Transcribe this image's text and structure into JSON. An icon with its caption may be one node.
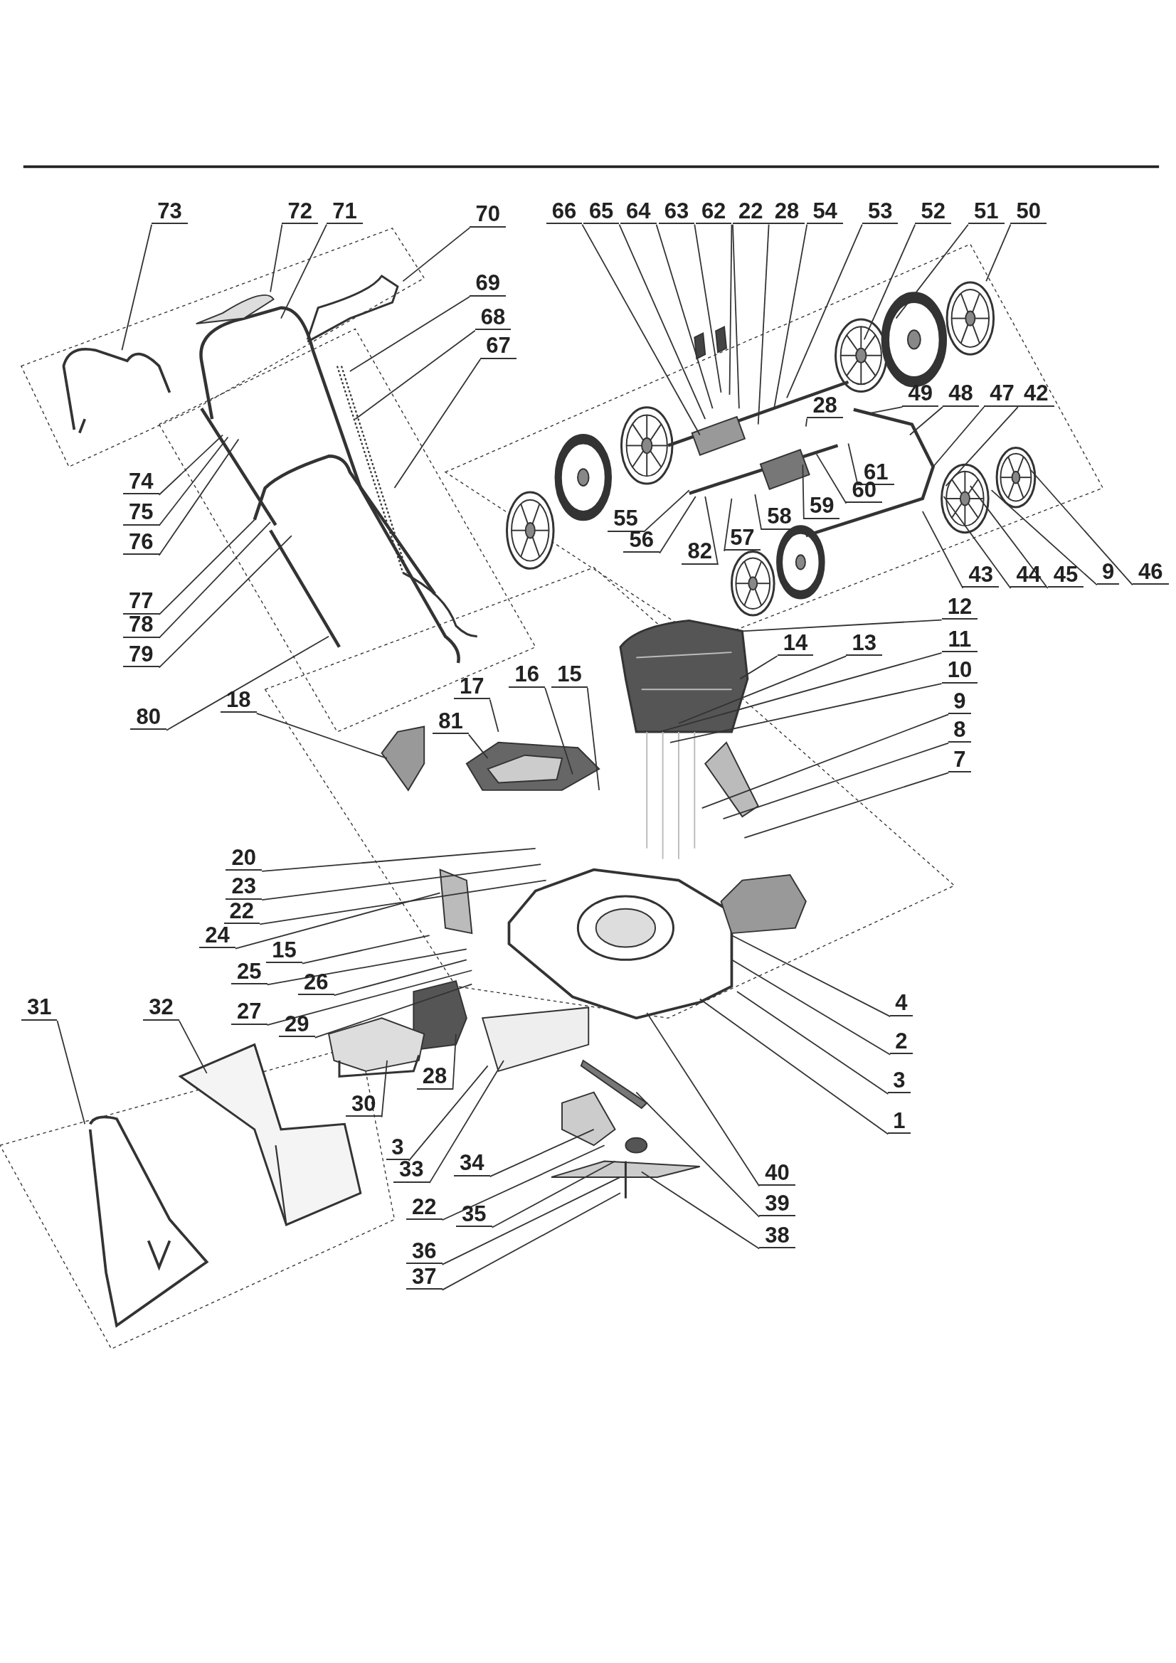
{
  "diagram": {
    "nodes": [
      {
        "text": [
          "73"
        ]
      },
      {
        "text": [
          "72"
        ]
      },
      {
        "text": [
          "71"
        ]
      },
      {
        "text": [
          "70"
        ]
      },
      {
        "text": [
          "69"
        ]
      },
      {
        "text": [
          "68"
        ]
      },
      {
        "text": [
          "67"
        ]
      },
      {
        "text": [
          "74"
        ]
      },
      {
        "text": [
          "75"
        ]
      },
      {
        "text": [
          "76"
        ]
      },
      {
        "text": [
          "77"
        ]
      },
      {
        "text": [
          "78"
        ]
      },
      {
        "text": [
          "79"
        ]
      },
      {
        "text": [
          "80"
        ]
      },
      {
        "text": [
          "18"
        ]
      },
      {
        "text": [
          "66"
        ]
      },
      {
        "text": [
          "65"
        ]
      },
      {
        "text": [
          "64"
        ]
      },
      {
        "text": [
          "63"
        ]
      },
      {
        "text": [
          "62"
        ]
      },
      {
        "text": [
          "22"
        ]
      },
      {
        "text": [
          "28"
        ]
      },
      {
        "text": [
          "54"
        ]
      },
      {
        "text": [
          "53"
        ]
      },
      {
        "text": [
          "52"
        ]
      },
      {
        "text": [
          "51"
        ]
      },
      {
        "text": [
          "50"
        ]
      },
      {
        "text": [
          "49"
        ]
      },
      {
        "text": [
          "48"
        ]
      },
      {
        "text": [
          "47"
        ]
      },
      {
        "text": [
          "42"
        ]
      },
      {
        "text": [
          "28"
        ]
      },
      {
        "text": [
          "61"
        ]
      },
      {
        "text": [
          "60"
        ]
      },
      {
        "text": [
          "59"
        ]
      },
      {
        "text": [
          "58"
        ]
      },
      {
        "text": [
          "57"
        ]
      },
      {
        "text": [
          "55"
        ]
      },
      {
        "text": [
          "56"
        ]
      },
      {
        "text": [
          "82"
        ]
      },
      {
        "text": [
          "43"
        ]
      },
      {
        "text": [
          "44"
        ]
      },
      {
        "text": [
          "45"
        ]
      },
      {
        "text": [
          "9"
        ]
      },
      {
        "text": [
          "46"
        ]
      },
      {
        "text": [
          "12"
        ]
      },
      {
        "text": [
          "14"
        ]
      },
      {
        "text": [
          "13"
        ]
      },
      {
        "text": [
          "11"
        ]
      },
      {
        "text": [
          "10"
        ]
      },
      {
        "text": [
          "9"
        ]
      },
      {
        "text": [
          "8"
        ]
      },
      {
        "text": [
          "7"
        ]
      },
      {
        "text": [
          "17"
        ]
      },
      {
        "text": [
          "16"
        ]
      },
      {
        "text": [
          "15"
        ]
      },
      {
        "text": [
          "81"
        ]
      },
      {
        "text": [
          "20"
        ]
      },
      {
        "text": [
          "23"
        ]
      },
      {
        "text": [
          "22"
        ]
      },
      {
        "text": [
          "24"
        ]
      },
      {
        "text": [
          "15"
        ]
      },
      {
        "text": [
          "25"
        ]
      },
      {
        "text": [
          "26"
        ]
      },
      {
        "text": [
          "27"
        ]
      },
      {
        "text": [
          "29"
        ]
      },
      {
        "text": [
          "31"
        ]
      },
      {
        "text": [
          "32"
        ]
      },
      {
        "text": [
          "4"
        ]
      },
      {
        "text": [
          "2"
        ]
      },
      {
        "text": [
          "3"
        ]
      },
      {
        "text": [
          "28"
        ]
      },
      {
        "text": [
          "30"
        ]
      },
      {
        "text": [
          "1"
        ]
      },
      {
        "text": [
          "3"
        ]
      },
      {
        "text": [
          "33"
        ]
      },
      {
        "text": [
          "34"
        ]
      },
      {
        "text": [
          "40"
        ]
      },
      {
        "text": [
          "22"
        ]
      },
      {
        "text": [
          "35"
        ]
      },
      {
        "text": [
          "39"
        ]
      },
      {
        "text": [
          "38"
        ]
      },
      {
        "text": [
          "36"
        ]
      },
      {
        "text": [
          "37"
        ]
      }
    ],
    "edges": [
      {
        "from": 0,
        "to": null,
        "arrow": "none"
      },
      {
        "from": 1,
        "to": null,
        "arrow": "none"
      },
      {
        "from": 2,
        "to": null,
        "arrow": "none"
      },
      {
        "from": 3,
        "to": null,
        "arrow": "none"
      },
      {
        "from": 4,
        "to": null,
        "arrow": "none"
      },
      {
        "from": 5,
        "to": null,
        "arrow": "none"
      },
      {
        "from": 6,
        "to": null,
        "arrow": "none"
      },
      {
        "from": 7,
        "to": null,
        "arrow": "none"
      },
      {
        "from": 8,
        "to": null,
        "arrow": "none"
      },
      {
        "from": 9,
        "to": null,
        "arrow": "none"
      },
      {
        "from": 10,
        "to": null,
        "arrow": "none"
      },
      {
        "from": 11,
        "to": null,
        "arrow": "none"
      },
      {
        "from": 12,
        "to": null,
        "arrow": "none"
      },
      {
        "from": 13,
        "to": null,
        "arrow": "none"
      },
      {
        "from": 14,
        "to": null,
        "arrow": "none"
      },
      {
        "from": 15,
        "to": null,
        "arrow": "none"
      },
      {
        "from": 16,
        "to": null,
        "arrow": "none"
      },
      {
        "from": 17,
        "to": null,
        "arrow": "none"
      },
      {
        "from": 18,
        "to": null,
        "arrow": "none"
      },
      {
        "from": 19,
        "to": null,
        "arrow": "none"
      },
      {
        "from": 20,
        "to": null,
        "arrow": "none"
      },
      {
        "from": 21,
        "to": null,
        "arrow": "none"
      },
      {
        "from": 22,
        "to": null,
        "arrow": "none"
      },
      {
        "from": 23,
        "to": null,
        "arrow": "none"
      },
      {
        "from": 24,
        "to": null,
        "arrow": "none"
      },
      {
        "from": 25,
        "to": null,
        "arrow": "none"
      },
      {
        "from": 26,
        "to": null,
        "arrow": "none"
      },
      {
        "from": 27,
        "to": null,
        "arrow": "none"
      },
      {
        "from": 28,
        "to": null,
        "arrow": "none"
      },
      {
        "from": 29,
        "to": null,
        "arrow": "none"
      },
      {
        "from": 30,
        "to": null,
        "arrow": "none"
      },
      {
        "from": 31,
        "to": null,
        "arrow": "none"
      },
      {
        "from": 32,
        "to": null,
        "arrow": "none"
      },
      {
        "from": 33,
        "to": null,
        "arrow": "none"
      },
      {
        "from": 34,
        "to": null,
        "arrow": "none"
      },
      {
        "from": 35,
        "to": null,
        "arrow": "none"
      },
      {
        "from": 36,
        "to": null,
        "arrow": "none"
      },
      {
        "from": 37,
        "to": null,
        "arrow": "none"
      },
      {
        "from": 38,
        "to": null,
        "arrow": "none"
      },
      {
        "from": 39,
        "to": null,
        "arrow": "none"
      },
      {
        "from": 40,
        "to": null,
        "arrow": "none"
      },
      {
        "from": 41,
        "to": null,
        "arrow": "none"
      },
      {
        "from": 42,
        "to": null,
        "arrow": "none"
      },
      {
        "from": 43,
        "to": null,
        "arrow": "none"
      },
      {
        "from": 44,
        "to": null,
        "arrow": "none"
      },
      {
        "from": 45,
        "to": null,
        "arrow": "none"
      },
      {
        "from": 46,
        "to": null,
        "arrow": "none"
      },
      {
        "from": 47,
        "to": null,
        "arrow": "none"
      },
      {
        "from": 48,
        "to": null,
        "arrow": "none"
      },
      {
        "from": 49,
        "to": null,
        "arrow": "none"
      },
      {
        "from": 50,
        "to": null,
        "arrow": "none"
      },
      {
        "from": 51,
        "to": null,
        "arrow": "none"
      },
      {
        "from": 52,
        "to": null,
        "arrow": "none"
      },
      {
        "from": 53,
        "to": null,
        "arrow": "none"
      },
      {
        "from": 54,
        "to": null,
        "arrow": "none"
      },
      {
        "from": 55,
        "to": null,
        "arrow": "none"
      },
      {
        "from": 56,
        "to": null,
        "arrow": "none"
      },
      {
        "from": 57,
        "to": null,
        "arrow": "none"
      },
      {
        "from": 58,
        "to": null,
        "arrow": "none"
      },
      {
        "from": 59,
        "to": null,
        "arrow": "none"
      },
      {
        "from": 60,
        "to": null,
        "arrow": "none"
      },
      {
        "from": 61,
        "to": null,
        "arrow": "none"
      },
      {
        "from": 62,
        "to": null,
        "arrow": "none"
      },
      {
        "from": 63,
        "to": null,
        "arrow": "none"
      },
      {
        "from": 64,
        "to": null,
        "arrow": "none"
      },
      {
        "from": 65,
        "to": null,
        "arrow": "none"
      },
      {
        "from": 66,
        "to": null,
        "arrow": "none"
      },
      {
        "from": 67,
        "to": null,
        "arrow": "none"
      },
      {
        "from": 68,
        "to": null,
        "arrow": "none"
      },
      {
        "from": 69,
        "to": null,
        "arrow": "none"
      },
      {
        "from": 70,
        "to": null,
        "arrow": "none"
      },
      {
        "from": 71,
        "to": null,
        "arrow": "none"
      },
      {
        "from": 72,
        "to": null,
        "arrow": "none"
      },
      {
        "from": 73,
        "to": null,
        "arrow": "none"
      },
      {
        "from": 74,
        "to": null,
        "arrow": "none"
      },
      {
        "from": 75,
        "to": null,
        "arrow": "none"
      },
      {
        "from": 76,
        "to": null,
        "arrow": "none"
      },
      {
        "from": 77,
        "to": null,
        "arrow": "none"
      },
      {
        "from": 78,
        "to": null,
        "arrow": "none"
      },
      {
        "from": 79,
        "to": null,
        "arrow": "none"
      },
      {
        "from": 80,
        "to": null,
        "arrow": "none"
      },
      {
        "from": 81,
        "to": null,
        "arrow": "none"
      },
      {
        "from": 82,
        "to": null,
        "arrow": "none"
      },
      {
        "from": 83,
        "to": null,
        "arrow": "none"
      }
    ]
  }
}
